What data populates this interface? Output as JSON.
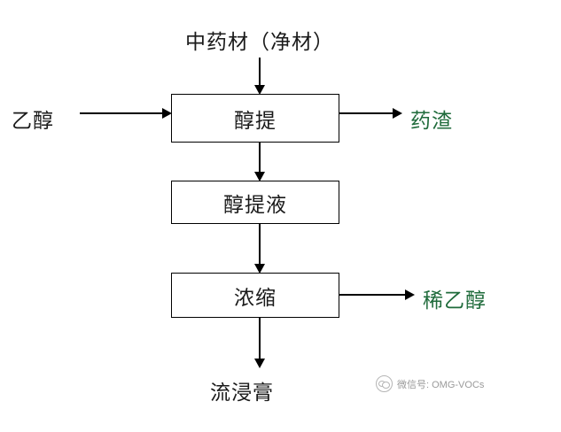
{
  "diagram": {
    "nodes": [
      {
        "id": "alcohol-extraction",
        "label": "醇提"
      },
      {
        "id": "alcohol-extract-liquid",
        "label": "醇提液"
      },
      {
        "id": "concentration",
        "label": "浓缩"
      }
    ],
    "labels": [
      {
        "id": "input-herb",
        "text": "中药材（净材）",
        "color": "#1a1a1a"
      },
      {
        "id": "input-ethanol",
        "text": "乙醇",
        "color": "#1a1a1a"
      },
      {
        "id": "output-residue",
        "text": "药渣",
        "color": "#1f6b3b"
      },
      {
        "id": "output-dilute-ethanol",
        "text": "稀乙醇",
        "color": "#1f6b3b"
      },
      {
        "id": "output-fluid-extract",
        "text": "流浸膏",
        "color": "#1a1a1a"
      }
    ],
    "edges": [
      {
        "id": "herb-to-extraction",
        "from": "中药材（净材）",
        "to": "醇提",
        "direction": "down"
      },
      {
        "id": "ethanol-to-extraction",
        "from": "乙醇",
        "to": "醇提",
        "direction": "right"
      },
      {
        "id": "extraction-to-residue",
        "from": "醇提",
        "to": "药渣",
        "direction": "right"
      },
      {
        "id": "extraction-to-liquid",
        "from": "醇提",
        "to": "醇提液",
        "direction": "down"
      },
      {
        "id": "liquid-to-concentration",
        "from": "醇提液",
        "to": "浓缩",
        "direction": "down"
      },
      {
        "id": "concentration-to-dilute-ethanol",
        "from": "浓缩",
        "to": "稀乙醇",
        "direction": "right"
      },
      {
        "id": "concentration-to-fluid-extract",
        "from": "浓缩",
        "to": "流浸膏",
        "direction": "down"
      }
    ]
  },
  "watermark": {
    "text": "微信号: OMG-VOCs",
    "icon": "wechat-icon"
  }
}
